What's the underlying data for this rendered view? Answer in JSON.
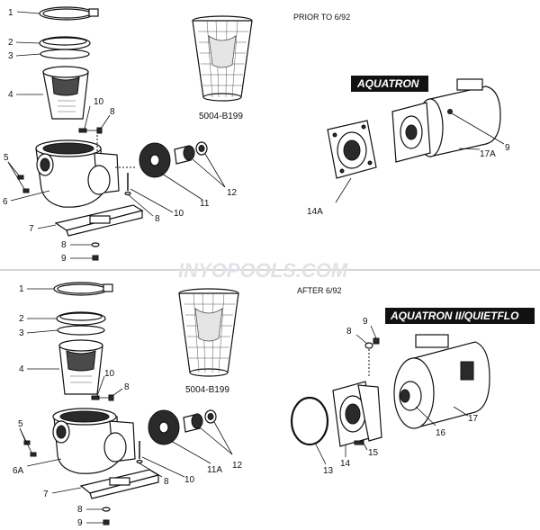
{
  "top_section": {
    "header": "PRIOR TO 6/92",
    "model_tag": "AQUATRON",
    "basket_code": "5004-B199",
    "labels": {
      "p1": "1",
      "p2": "2",
      "p3": "3",
      "p4": "4",
      "p5": "5",
      "p6": "6",
      "p7": "7",
      "p8a": "8",
      "p8b": "8",
      "p8c": "8",
      "p9a": "9",
      "p9b": "9",
      "p10a": "10",
      "p10b": "10",
      "p11": "11",
      "p12": "12",
      "p14a": "14A",
      "p17a": "17A"
    }
  },
  "bottom_section": {
    "header": "AFTER 6/92",
    "model_tag": "AQUATRON II/QUIETFLO",
    "basket_code": "5004-B199",
    "labels": {
      "p1": "1",
      "p2": "2",
      "p3": "3",
      "p4": "4",
      "p5": "5",
      "p6a": "6A",
      "p7": "7",
      "p8a": "8",
      "p8b": "8",
      "p8c": "8",
      "p8d": "8",
      "p9a": "9",
      "p9b": "9",
      "p10a": "10",
      "p10b": "10",
      "p11a": "11A",
      "p12": "12",
      "p13": "13",
      "p14": "14",
      "p15": "15",
      "p16": "16",
      "p17": "17"
    }
  },
  "watermark": "INYOPOOLS.COM"
}
